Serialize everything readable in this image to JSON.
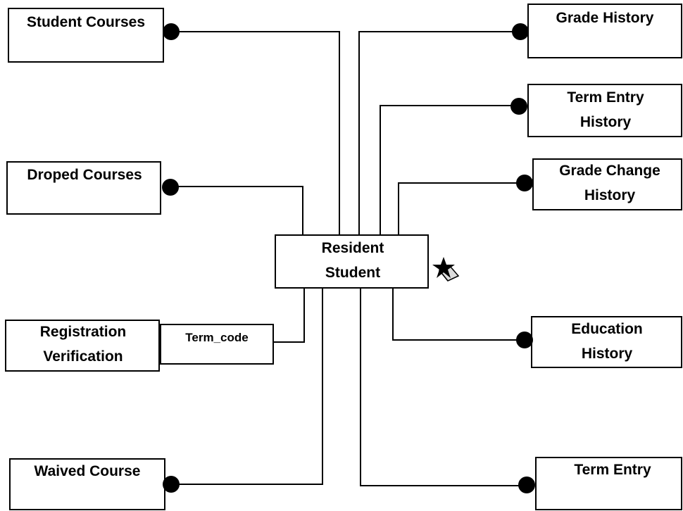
{
  "diagram": {
    "central": {
      "line1": "Resident",
      "line2": "Student"
    },
    "left": {
      "student_courses": "Student Courses",
      "droped_courses": "Droped Courses",
      "registration_verification": {
        "line1": "Registration",
        "line2": "Verification"
      },
      "term_code": "Term_code",
      "waived_course": "Waived Course"
    },
    "right": {
      "grade_history": "Grade History",
      "term_entry_history": {
        "line1": "Term Entry",
        "line2": "History"
      },
      "grade_change_history": {
        "line1": "Grade Change",
        "line2": "History"
      },
      "education_history": {
        "line1": "Education",
        "line2": "History"
      },
      "term_entry": "Term Entry"
    },
    "icons": {
      "star": "star-book-icon"
    }
  }
}
